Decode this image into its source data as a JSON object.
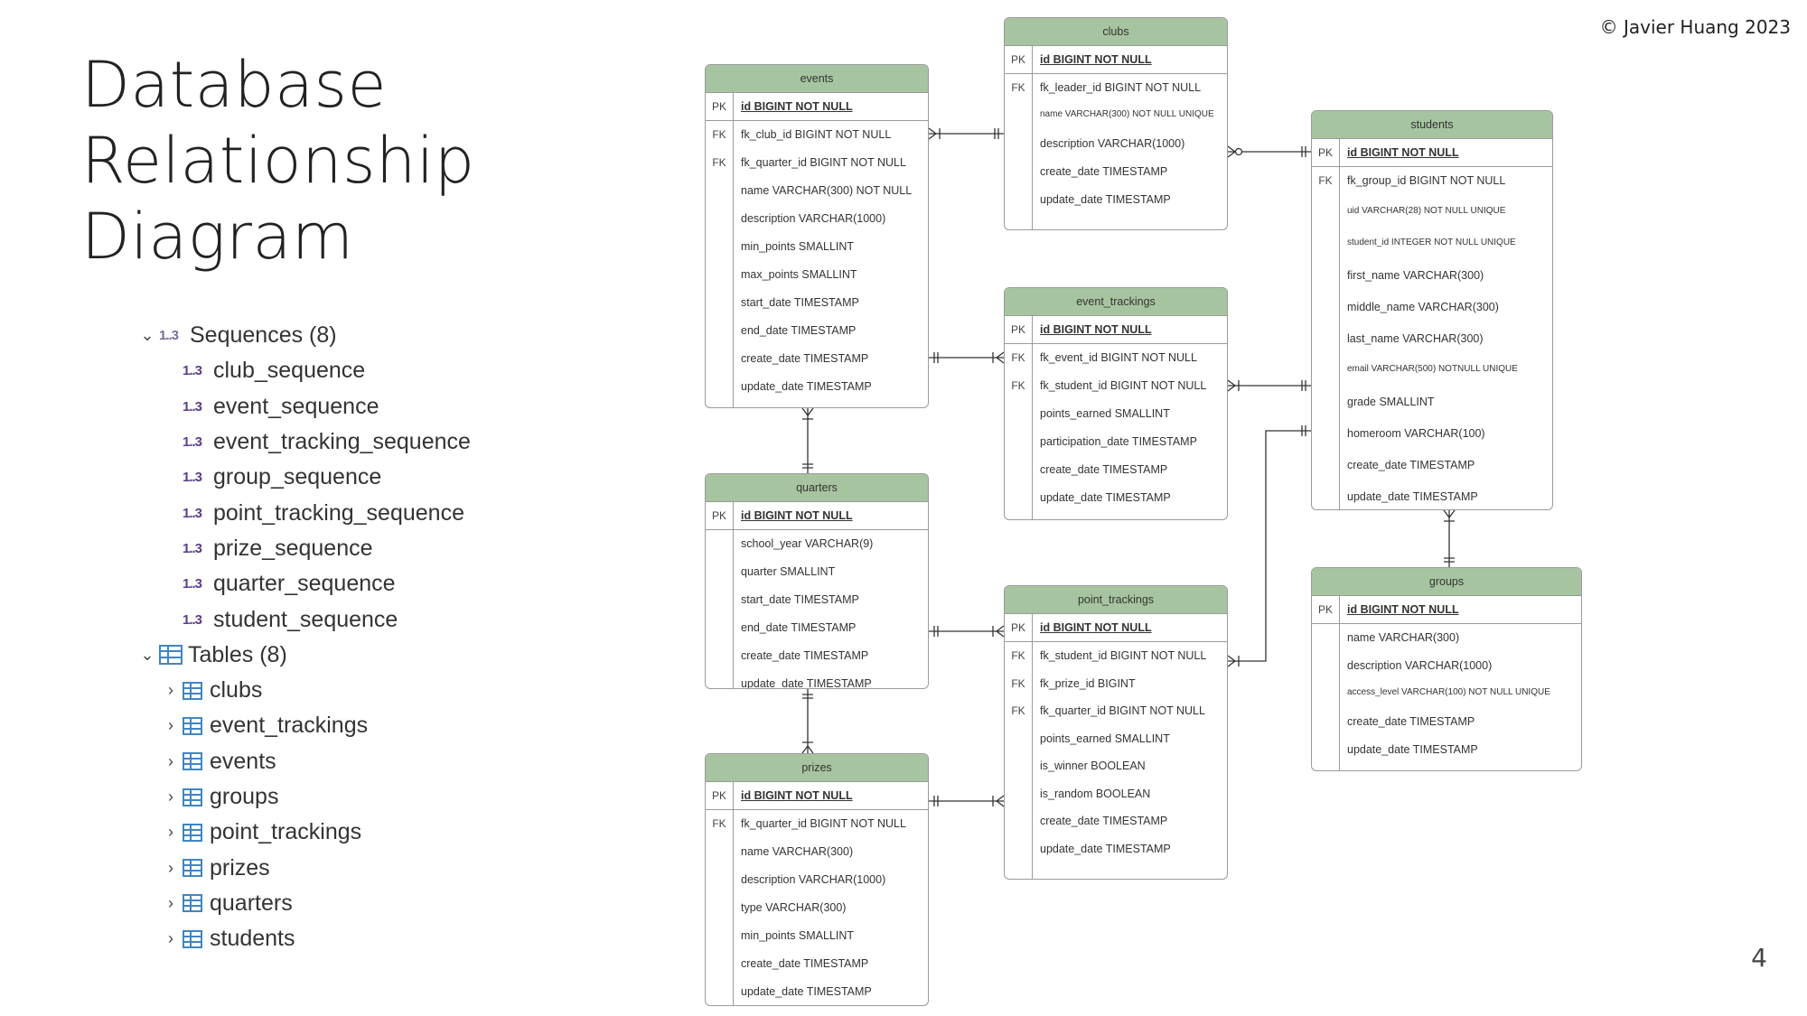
{
  "copyright": "© Javier Huang 2023",
  "title_lines": [
    "Database",
    "Relationship",
    "Diagram"
  ],
  "page_number": "4",
  "tree": {
    "sequences": {
      "icon": "sequence-icon",
      "label": "Sequences (8)",
      "items": [
        "club_sequence",
        "event_sequence",
        "event_tracking_sequence",
        "group_sequence",
        "point_tracking_sequence",
        "prize_sequence",
        "quarter_sequence",
        "student_sequence"
      ]
    },
    "tables": {
      "icon": "table-icon",
      "label": "Tables (8)",
      "items": [
        "clubs",
        "event_trackings",
        "events",
        "groups",
        "point_trackings",
        "prizes",
        "quarters",
        "students"
      ]
    },
    "sequence_icon_text": "1..3"
  },
  "colors": {
    "entity_header": "#a7c4a0",
    "entity_border": "#9a9a9a",
    "table_icon": "#3f86c5",
    "sequence_icon": "#5a3d8a"
  },
  "entities": {
    "events": {
      "name": "events",
      "pk": "id BIGINT NOT NULL",
      "rows": [
        {
          "tag": "FK",
          "text": "fk_club_id BIGINT NOT NULL"
        },
        {
          "tag": "FK",
          "text": "fk_quarter_id BIGINT NOT NULL"
        },
        {
          "tag": "",
          "text": "name VARCHAR(300) NOT NULL"
        },
        {
          "tag": "",
          "text": "description VARCHAR(1000)"
        },
        {
          "tag": "",
          "text": "min_points SMALLINT"
        },
        {
          "tag": "",
          "text": "max_points SMALLINT"
        },
        {
          "tag": "",
          "text": "start_date TIMESTAMP"
        },
        {
          "tag": "",
          "text": "end_date TIMESTAMP"
        },
        {
          "tag": "",
          "text": "create_date TIMESTAMP"
        },
        {
          "tag": "",
          "text": "update_date TIMESTAMP"
        }
      ]
    },
    "clubs": {
      "name": "clubs",
      "pk": "id BIGINT NOT NULL",
      "rows": [
        {
          "tag": "FK",
          "text": "fk_leader_id BIGINT NOT NULL"
        },
        {
          "tag": "",
          "text": "name VARCHAR(300) NOT NULL UNIQUE"
        },
        {
          "tag": "",
          "text": "description VARCHAR(1000)"
        },
        {
          "tag": "",
          "text": "create_date TIMESTAMP"
        },
        {
          "tag": "",
          "text": "update_date TIMESTAMP"
        }
      ]
    },
    "students": {
      "name": "students",
      "pk": "id BIGINT NOT NULL",
      "rows": [
        {
          "tag": "FK",
          "text": "fk_group_id BIGINT NOT NULL"
        },
        {
          "tag": "",
          "text": "uid VARCHAR(28) NOT NULL UNIQUE"
        },
        {
          "tag": "",
          "text": "student_id INTEGER NOT NULL UNIQUE"
        },
        {
          "tag": "",
          "text": "first_name VARCHAR(300)"
        },
        {
          "tag": "",
          "text": "middle_name VARCHAR(300)"
        },
        {
          "tag": "",
          "text": "last_name VARCHAR(300)"
        },
        {
          "tag": "",
          "text": "email VARCHAR(500) NOTNULL UNIQUE"
        },
        {
          "tag": "",
          "text": "grade SMALLINT"
        },
        {
          "tag": "",
          "text": "homeroom VARCHAR(100)"
        },
        {
          "tag": "",
          "text": "create_date TIMESTAMP"
        },
        {
          "tag": "",
          "text": "update_date TIMESTAMP"
        }
      ]
    },
    "event_trackings": {
      "name": "event_trackings",
      "pk": "id BIGINT NOT NULL",
      "rows": [
        {
          "tag": "FK",
          "text": "fk_event_id BIGINT NOT NULL"
        },
        {
          "tag": "FK",
          "text": "fk_student_id BIGINT NOT NULL"
        },
        {
          "tag": "",
          "text": "points_earned SMALLINT"
        },
        {
          "tag": "",
          "text": "participation_date TIMESTAMP"
        },
        {
          "tag": "",
          "text": "create_date TIMESTAMP"
        },
        {
          "tag": "",
          "text": "update_date TIMESTAMP"
        }
      ]
    },
    "quarters": {
      "name": "quarters",
      "pk": "id BIGINT NOT NULL",
      "rows": [
        {
          "tag": "",
          "text": "school_year VARCHAR(9)"
        },
        {
          "tag": "",
          "text": "quarter SMALLINT"
        },
        {
          "tag": "",
          "text": "start_date TIMESTAMP"
        },
        {
          "tag": "",
          "text": "end_date TIMESTAMP"
        },
        {
          "tag": "",
          "text": "create_date TIMESTAMP"
        },
        {
          "tag": "",
          "text": "update_date TIMESTAMP"
        }
      ]
    },
    "groups": {
      "name": "groups",
      "pk": "id BIGINT NOT NULL",
      "rows": [
        {
          "tag": "",
          "text": "name VARCHAR(300)"
        },
        {
          "tag": "",
          "text": "description VARCHAR(1000)"
        },
        {
          "tag": "",
          "text": "access_level VARCHAR(100) NOT NULL UNIQUE"
        },
        {
          "tag": "",
          "text": "create_date TIMESTAMP"
        },
        {
          "tag": "",
          "text": "update_date TIMESTAMP"
        }
      ]
    },
    "point_trackings": {
      "name": "point_trackings",
      "pk": "id BIGINT NOT NULL",
      "rows": [
        {
          "tag": "FK",
          "text": "fk_student_id BIGINT NOT NULL"
        },
        {
          "tag": "FK",
          "text": "fk_prize_id BIGINT"
        },
        {
          "tag": "FK",
          "text": "fk_quarter_id BIGINT NOT NULL"
        },
        {
          "tag": "",
          "text": "points_earned SMALLINT"
        },
        {
          "tag": "",
          "text": "is_winner BOOLEAN"
        },
        {
          "tag": "",
          "text": "is_random BOOLEAN"
        },
        {
          "tag": "",
          "text": "create_date TIMESTAMP"
        },
        {
          "tag": "",
          "text": "update_date TIMESTAMP"
        }
      ]
    },
    "prizes": {
      "name": "prizes",
      "pk": "id BIGINT NOT NULL",
      "rows": [
        {
          "tag": "FK",
          "text": "fk_quarter_id BIGINT NOT NULL"
        },
        {
          "tag": "",
          "text": "name VARCHAR(300)"
        },
        {
          "tag": "",
          "text": "description VARCHAR(1000)"
        },
        {
          "tag": "",
          "text": "type VARCHAR(300)"
        },
        {
          "tag": "",
          "text": "min_points SMALLINT"
        },
        {
          "tag": "",
          "text": "create_date TIMESTAMP"
        },
        {
          "tag": "",
          "text": "update_date TIMESTAMP"
        }
      ]
    }
  }
}
